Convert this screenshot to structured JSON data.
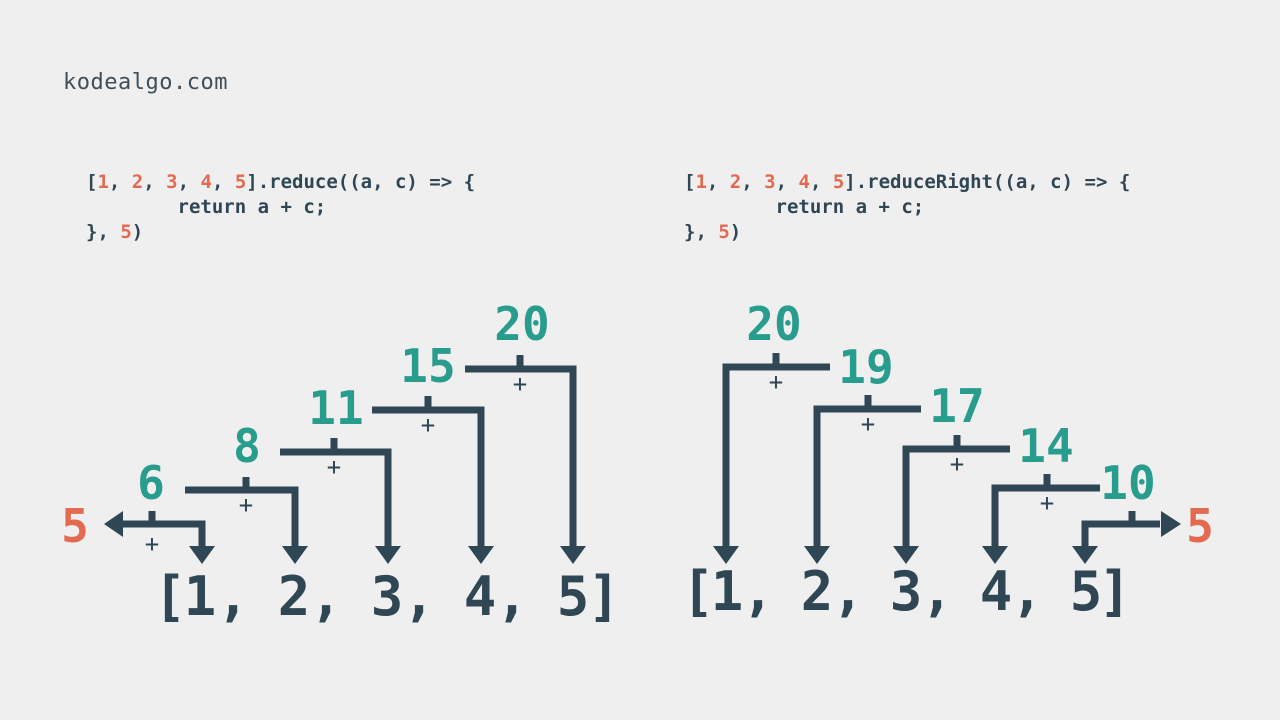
{
  "brand": "kodealgo.com",
  "code_left": {
    "open": "[",
    "nums": [
      "1",
      "2",
      "3",
      "4",
      "5"
    ],
    "sep": ", ",
    "line1_rest": "].reduce((a, c) => {",
    "line2": "    return a + c;",
    "line3_pre": "}, ",
    "init": "5",
    "line3_post": ")"
  },
  "code_right": {
    "open": "[",
    "nums": [
      "1",
      "2",
      "3",
      "4",
      "5"
    ],
    "sep": ", ",
    "line1_rest": "].reduceRight((a, c) => {",
    "line2": "    return a + c;",
    "line3_pre": "}, ",
    "init": "5",
    "line3_post": ")"
  },
  "left_diagram": {
    "initial": "5",
    "array_open": "[",
    "array_close": "]",
    "comma": ",",
    "elements": [
      "1",
      "2",
      "3",
      "4",
      "5"
    ],
    "accumulators": [
      "6",
      "8",
      "11",
      "15",
      "20"
    ],
    "operator": "+"
  },
  "right_diagram": {
    "initial": "5",
    "array_open": "[",
    "array_close": "]",
    "comma": ",",
    "elements": [
      "1",
      "2",
      "3",
      "4",
      "5"
    ],
    "accumulators": [
      "10",
      "14",
      "17",
      "19",
      "20"
    ],
    "operator": "+"
  },
  "colors": {
    "background": "#efefef",
    "dark": "#2f4654",
    "orange": "#e3694f",
    "teal": "#289c8d"
  }
}
